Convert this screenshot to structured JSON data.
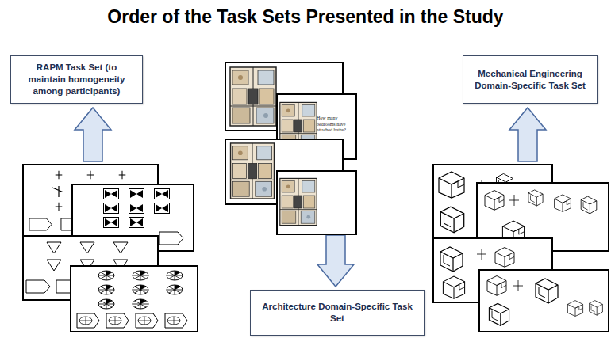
{
  "diagram": {
    "title": "Order of the Task Sets Presented in the Study",
    "nodes": [
      {
        "text": [
          "RAPM Task Set (to maintain homogeneity among participants)"
        ]
      },
      {
        "text": [
          "Architecture Domain-Specific Task Set"
        ]
      },
      {
        "text": [
          "Mechanical Engineering Domain-Specific Task Set"
        ]
      }
    ],
    "labels": [
      "How many bedrooms have attached baths?"
    ]
  }
}
